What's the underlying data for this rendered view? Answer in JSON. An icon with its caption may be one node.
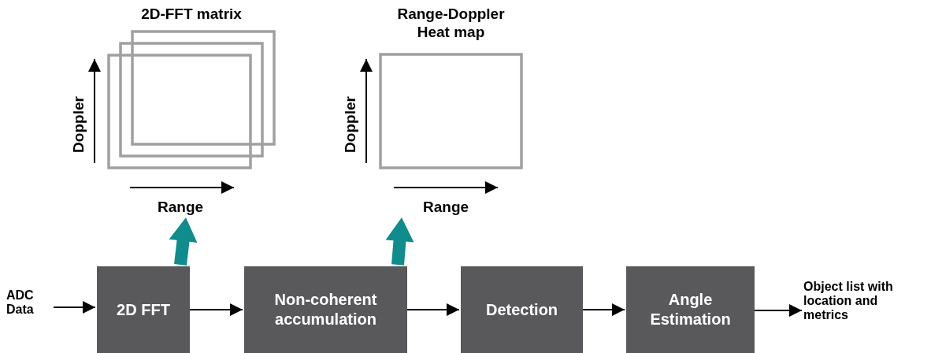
{
  "diagram": {
    "nodes": [
      {
        "text": [
          "ADC Data"
        ]
      },
      {
        "text": [
          "2D FFT"
        ]
      },
      {
        "text": [
          "Non-coherent accumulation"
        ]
      },
      {
        "text": [
          "Detection"
        ]
      },
      {
        "text": [
          "Angle Estimation"
        ]
      },
      {
        "text": [
          "Object list with location and metrics"
        ]
      },
      {
        "text": [
          "2D-FFT matrix"
        ]
      },
      {
        "text": [
          "Range-Doppler Heat map"
        ]
      }
    ],
    "edges": [
      {
        "from": 0,
        "to": 1,
        "arrow": "to"
      },
      {
        "from": 1,
        "to": 2,
        "arrow": "to"
      },
      {
        "from": 2,
        "to": 3,
        "arrow": "to"
      },
      {
        "from": 3,
        "to": 4,
        "arrow": "to"
      },
      {
        "from": 4,
        "to": 5,
        "arrow": "to"
      },
      {
        "from": 1,
        "to": 6,
        "arrow": "to",
        "style": "thick",
        "color": "#0e8c8e"
      },
      {
        "from": 2,
        "to": 7,
        "arrow": "to",
        "style": "thick",
        "color": "#0e8c8e"
      }
    ],
    "labels": [
      "Doppler",
      "Range",
      "Doppler",
      "Range"
    ]
  }
}
